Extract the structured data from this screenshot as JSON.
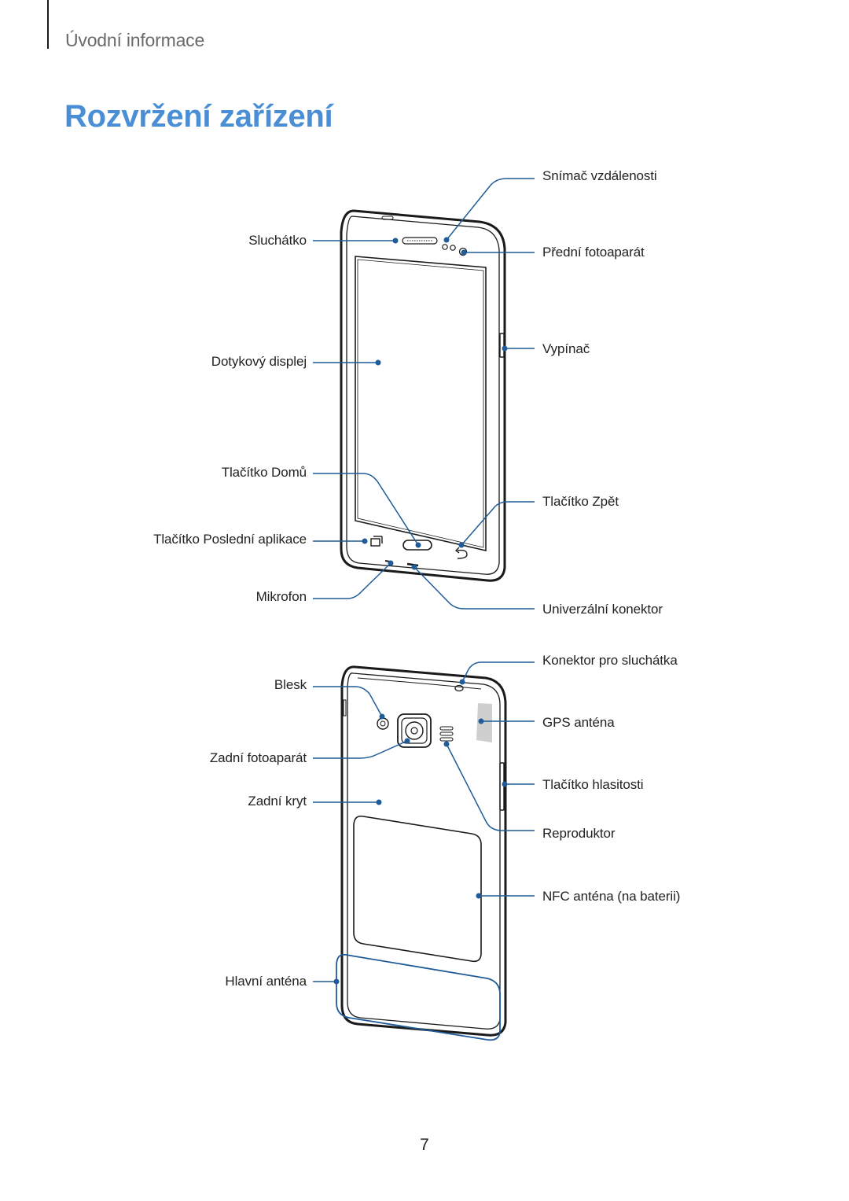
{
  "header": {
    "section": "Úvodní informace"
  },
  "title": "Rozvržení zařízení",
  "front_labels": {
    "proximity_sensor": "Snímač vzdálenosti",
    "earpiece": "Sluchátko",
    "front_camera": "Přední fotoaparát",
    "power_key": "Vypínač",
    "touchscreen": "Dotykový displej",
    "home_key": "Tlačítko Domů",
    "back_key": "Tlačítko Zpět",
    "recent_apps_key": "Tlačítko Poslední aplikace",
    "microphone": "Mikrofon",
    "multipurpose_jack": "Univerzální konektor"
  },
  "back_labels": {
    "headset_jack": "Konektor pro sluchátka",
    "flash": "Blesk",
    "gps_antenna": "GPS anténa",
    "rear_camera": "Zadní fotoaparát",
    "volume_key": "Tlačítko hlasitosti",
    "back_cover": "Zadní kryt",
    "speaker": "Reproduktor",
    "nfc_antenna": "NFC anténa (na baterii)",
    "main_antenna": "Hlavní anténa"
  },
  "page_number": "7",
  "colors": {
    "accent": "#4a8fd6",
    "callout": "#1f5c99",
    "text": "#222222",
    "device": "#1a1a1a"
  }
}
